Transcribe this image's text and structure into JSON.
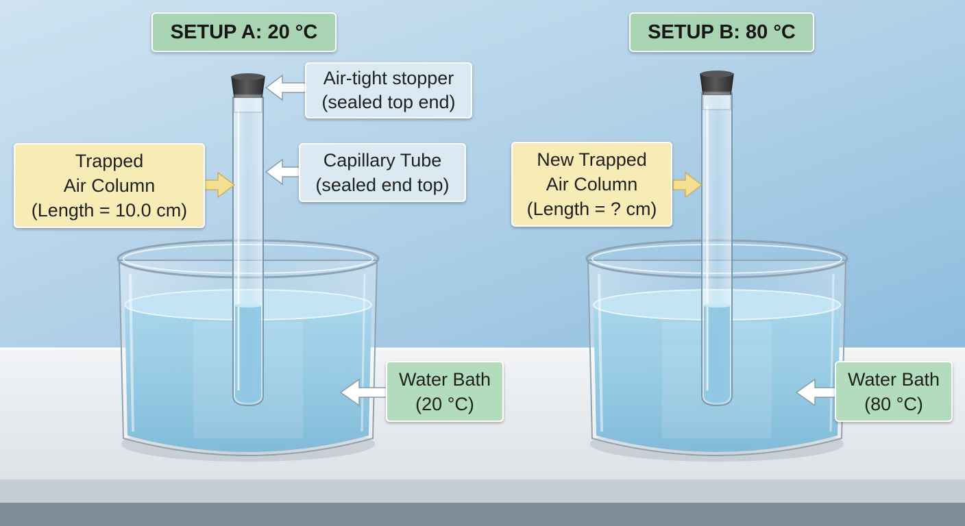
{
  "setup_a": {
    "title": "SETUP A: 20 °C",
    "stopper_label": [
      "Air-tight stopper",
      "(sealed top end)"
    ],
    "air_column_label": [
      "Trapped",
      "Air Column",
      "(Length = 10.0 cm)"
    ],
    "tube_label": [
      "Capillary Tube",
      "(sealed end top)"
    ],
    "bath_label": [
      "Water Bath",
      "(20 °C)"
    ]
  },
  "setup_b": {
    "title": "SETUP B: 80 °C",
    "air_column_label": [
      "New Trapped",
      "Air Column",
      "(Length = ? cm)"
    ],
    "bath_label": [
      "Water Bath",
      "(80 °C)"
    ]
  },
  "colors": {
    "wall": "#a9cde6",
    "bench": "#e8ebef",
    "water": "#9ed0e8",
    "title_box": "#a9d4b3",
    "note_yellow": "#f7ebb6",
    "note_blue": "#dbeaf2",
    "note_green": "#b2dcbb",
    "stopper": "#3b3b3b"
  }
}
